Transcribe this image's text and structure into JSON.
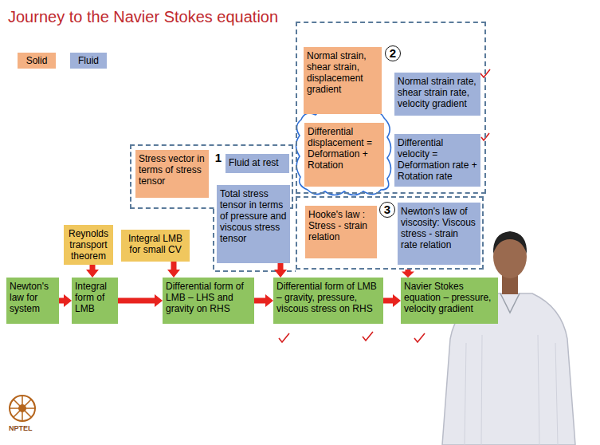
{
  "diagram": {
    "title": "Journey to the Navier Stokes equation",
    "nodes": [
      {
        "text": [
          "2"
        ]
      },
      {
        "text": [
          "Normal strain, shear strain, displacement gradient"
        ],
        "in": 0
      },
      {
        "text": [
          "Normal strain rate, shear strain rate, velocity gradient"
        ],
        "in": 0
      },
      {
        "text": [
          "Differential displacement = Deformation + Rotation"
        ],
        "in": 0
      },
      {
        "text": [
          "Differential velocity = Deformation rate + Rotation rate"
        ],
        "in": 0
      },
      {
        "text": [
          "1"
        ]
      },
      {
        "text": [
          "Stress vector in terms of stress tensor"
        ],
        "in": 5
      },
      {
        "text": [
          "Fluid at rest"
        ],
        "in": 5
      },
      {
        "text": [
          "Total stress tensor in terms of pressure and viscous stress tensor"
        ]
      },
      {
        "text": [
          "3"
        ]
      },
      {
        "text": [
          "Hooke's law : Stress - strain relation"
        ],
        "in": 9
      },
      {
        "text": [
          "Newton's law of viscosity: Viscous stress - strain rate relation"
        ],
        "in": 9
      },
      {
        "text": [
          "Reynolds transport theorem"
        ]
      },
      {
        "text": [
          "Integral LMB for small CV"
        ]
      },
      {
        "text": [
          "Newton's law for system"
        ]
      },
      {
        "text": [
          "Integral form of LMB"
        ]
      },
      {
        "text": [
          "Differential form of LMB – LHS and gravity on RHS"
        ]
      },
      {
        "text": [
          "Differential form of LMB – gravity, pressure, viscous stress on RHS"
        ]
      },
      {
        "text": [
          "Navier Stokes equation – pressure, velocity gradient"
        ]
      }
    ],
    "edges": [
      {
        "from": 14,
        "to": 15,
        "arrow": "to"
      },
      {
        "from": 15,
        "to": 16,
        "arrow": "to"
      },
      {
        "from": 16,
        "to": 17,
        "arrow": "to"
      },
      {
        "from": 17,
        "to": 18,
        "arrow": "to"
      },
      {
        "from": 12,
        "to": 15,
        "arrow": "to"
      },
      {
        "from": 13,
        "to": 16,
        "arrow": "to"
      },
      {
        "from": 8,
        "to": 17,
        "arrow": "to"
      },
      {
        "from": 9,
        "to": 18,
        "arrow": "to"
      }
    ],
    "labels": [
      "NPTEL"
    ],
    "legend": [
      {
        "text": "Solid",
        "color": "#f4b183"
      },
      {
        "text": "Fluid",
        "color": "#9fb1d9"
      }
    ]
  }
}
